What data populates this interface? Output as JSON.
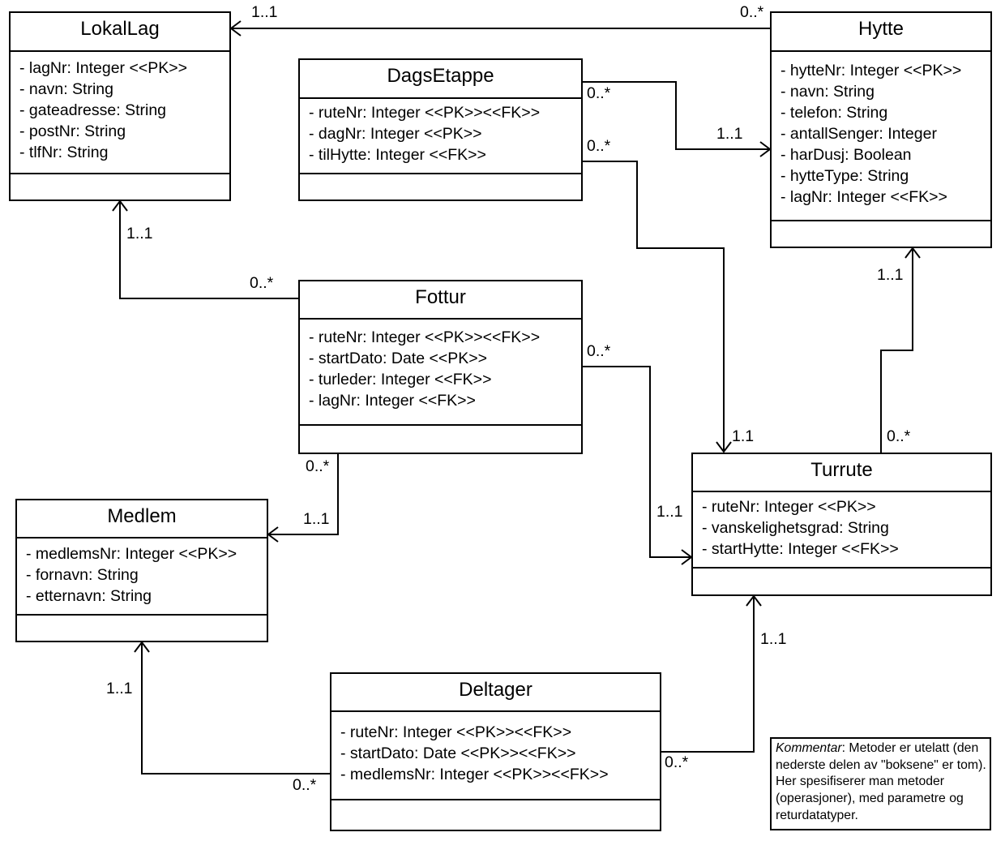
{
  "classes": {
    "lokallag": {
      "name": "LokalLag",
      "attributes": [
        "- lagNr: Integer <<PK>>",
        "- navn: String",
        "- gateadresse: String",
        "- postNr: String",
        "- tlfNr: String"
      ]
    },
    "hytte": {
      "name": "Hytte",
      "attributes": [
        "- hytteNr: Integer <<PK>>",
        "- navn: String",
        "- telefon: String",
        "- antallSenger: Integer",
        "- harDusj: Boolean",
        "- hytteType: String",
        "- lagNr: Integer <<FK>>"
      ]
    },
    "dagsetappe": {
      "name": "DagsEtappe",
      "attributes": [
        "- ruteNr: Integer <<PK>><<FK>>",
        "- dagNr: Integer <<PK>>",
        "- tilHytte: Integer <<FK>>"
      ]
    },
    "fottur": {
      "name": "Fottur",
      "attributes": [
        "- ruteNr: Integer <<PK>><<FK>>",
        "- startDato: Date <<PK>>",
        "- turleder: Integer <<FK>>",
        "- lagNr: Integer <<FK>>"
      ]
    },
    "medlem": {
      "name": "Medlem",
      "attributes": [
        "- medlemsNr: Integer <<PK>>",
        "- fornavn: String",
        "- etternavn: String"
      ]
    },
    "turrute": {
      "name": "Turrute",
      "attributes": [
        "- ruteNr: Integer <<PK>>",
        "- vanskelighetsgrad: String",
        "- startHytte: Integer <<FK>>"
      ]
    },
    "deltager": {
      "name": "Deltager",
      "attributes": [
        "- ruteNr: Integer <<PK>><<FK>>",
        "- startDato: Date <<PK>><<FK>>",
        "- medlemsNr: Integer <<PK>><<FK>>"
      ]
    }
  },
  "multiplicities": {
    "hytte_lokallag_target": "1..1",
    "hytte_lokallag_source": "0..*",
    "dagsetappe_hytte_source": "0..*",
    "dagsetappe_hytte_target": "1..1",
    "dagsetappe_turrute_source": "0..*",
    "dagsetappe_turrute_target": "1.1",
    "fottur_lokallag_target": "1..1",
    "fottur_lokallag_source": "0..*",
    "fottur_turrute_source": "0..*",
    "fottur_turrute_target": "1..1",
    "fottur_medlem_source": "0..*",
    "fottur_medlem_target": "1..1",
    "turrute_hytte_target": "1..1",
    "turrute_hytte_source": "0..*",
    "deltager_turrute_target": "1..1",
    "deltager_turrute_source": "0..*",
    "deltager_medlem_target": "1..1",
    "deltager_medlem_source": "0..*"
  },
  "note": {
    "label": "Kommentar",
    "text": ": Metoder er utelatt (den nederste delen av \"boksene\" er tom). Her spesifiserer man metoder (operasjoner), med parametre og returdatatyper."
  },
  "colors": {
    "line": "#000000",
    "background": "#ffffff"
  }
}
